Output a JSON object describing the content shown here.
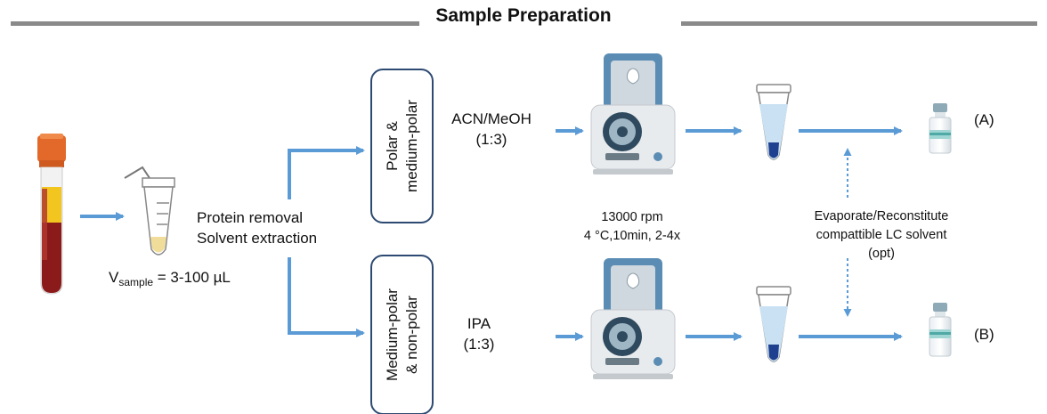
{
  "title": "Sample Preparation",
  "sample_volume": {
    "prefix": "V",
    "subscript": "sample",
    "suffix": "= 3-100 µL"
  },
  "extraction": {
    "line1": "Protein removal",
    "line2": "Solvent extraction"
  },
  "branches": {
    "top": {
      "box_line1": "Polar &",
      "box_line2": "medium-polar",
      "solvent": "ACN/MeOH",
      "ratio": "(1:3)",
      "output": "(A)"
    },
    "bottom": {
      "box_line1": "Medium-polar",
      "box_line2": "& non-polar",
      "solvent": "IPA",
      "ratio": "(1:3)",
      "output": "(B)"
    }
  },
  "centrifuge": {
    "speed": "13000 rpm",
    "conditions": "4 °C,10min, 2-4x"
  },
  "reconstitution": {
    "line1": "Evaporate/Reconstitute",
    "line2": "compattible  LC solvent",
    "line3": "(opt)"
  },
  "colors": {
    "arrow": "#5b9bd5",
    "box_border": "#2e4a72",
    "rule": "#8a8a8a",
    "blood_red": "#8b1a1a",
    "cap_orange": "#e2692a"
  }
}
